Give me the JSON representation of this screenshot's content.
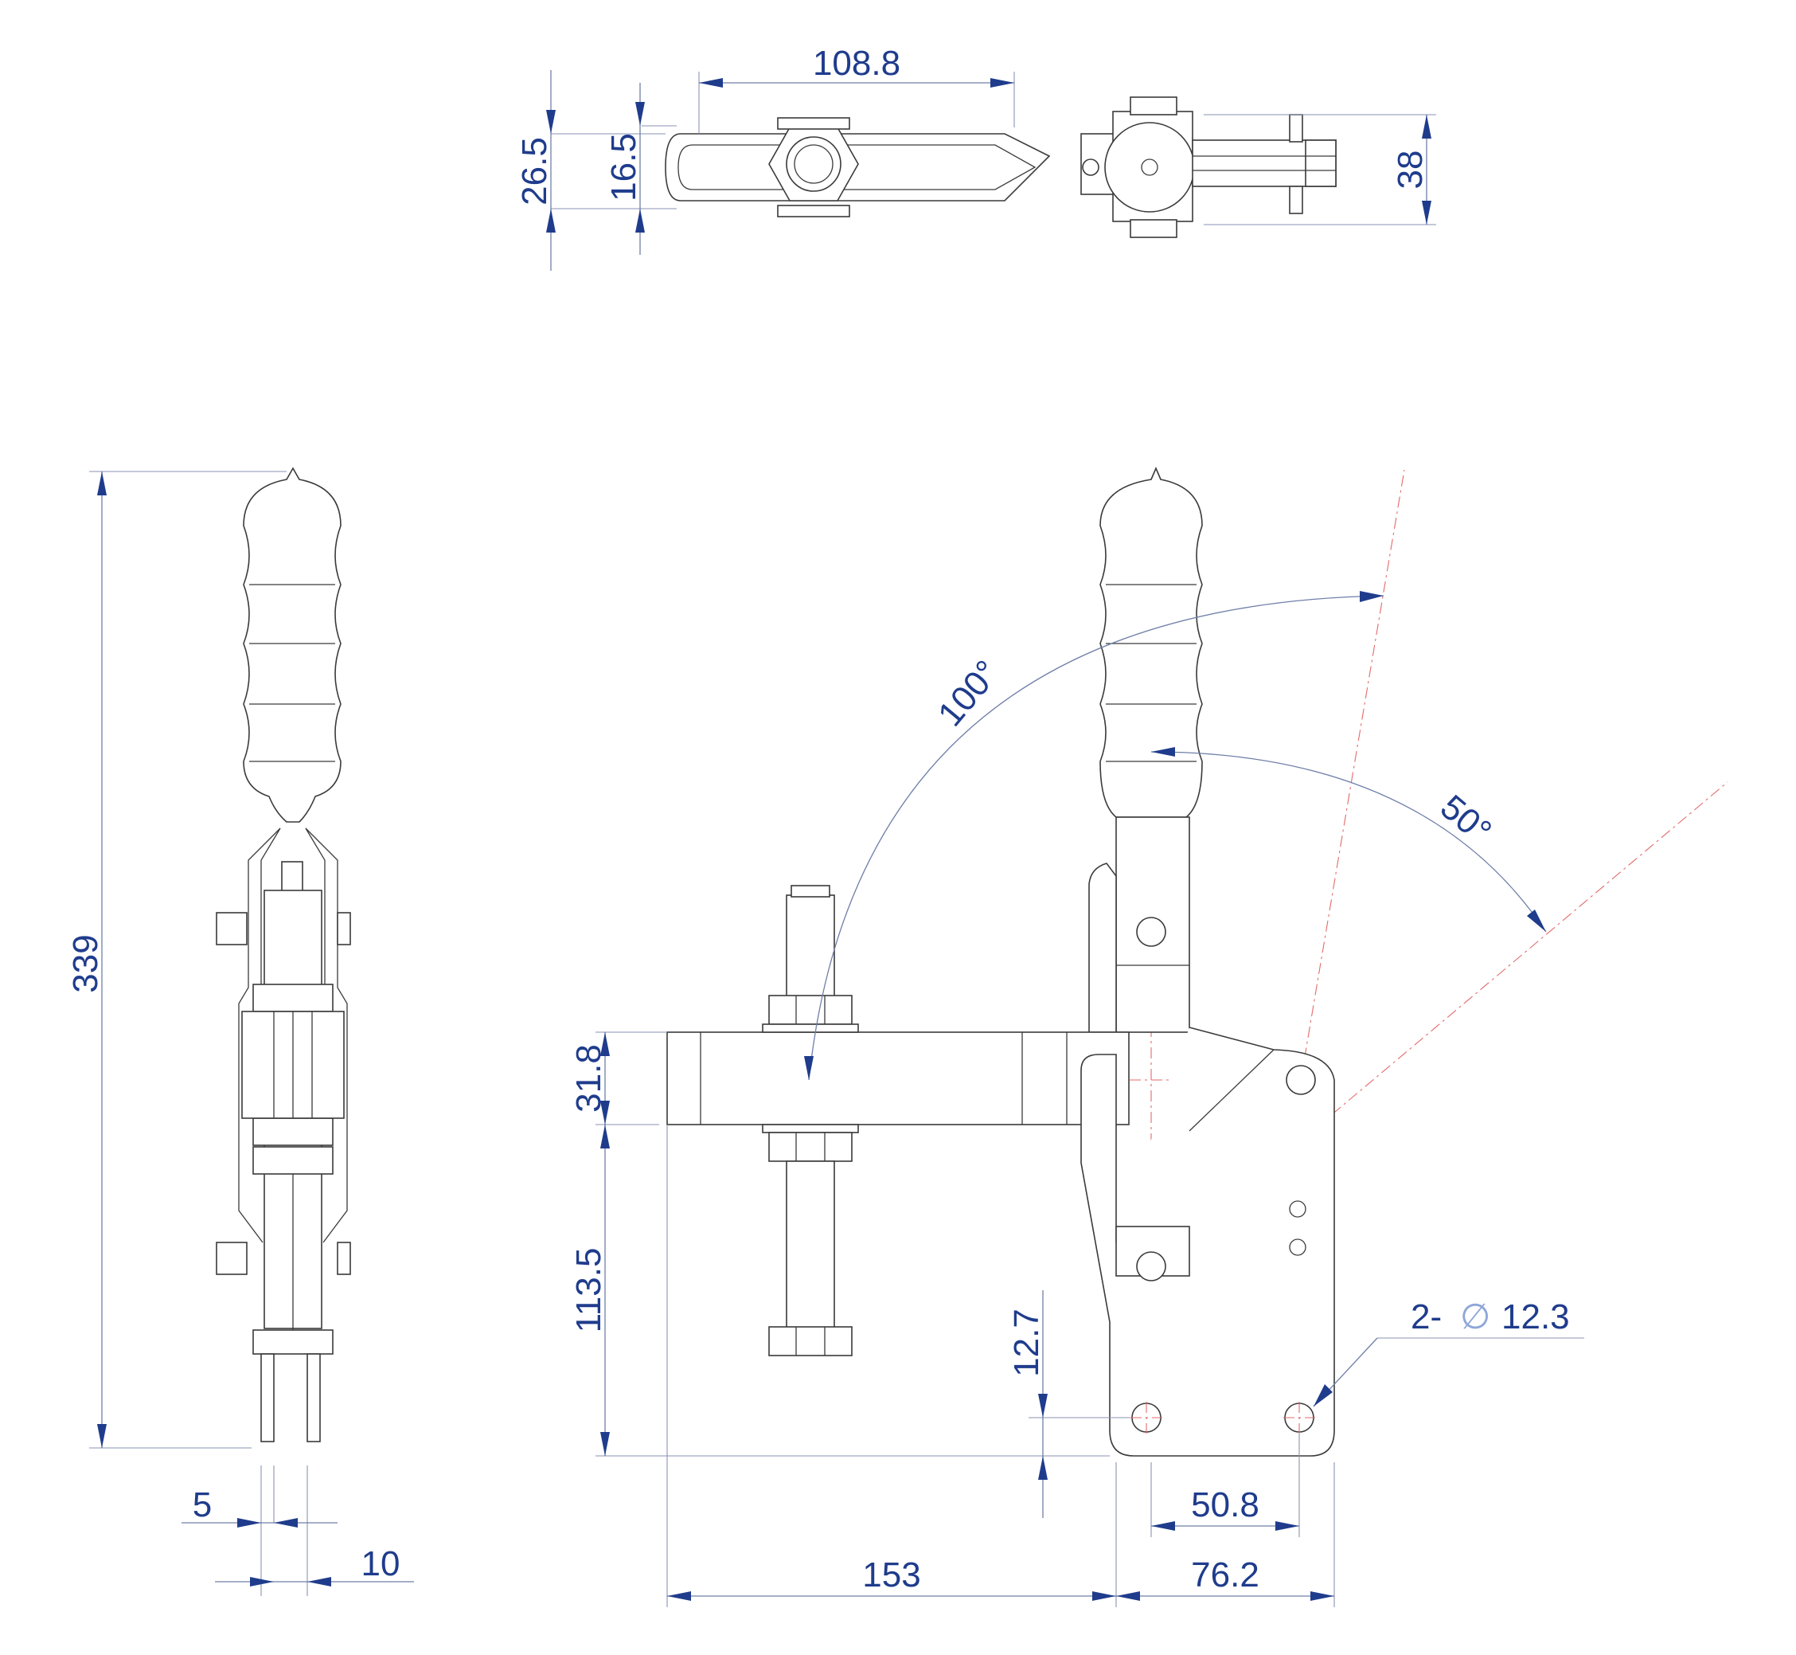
{
  "dimensions": {
    "top_length": "108.8",
    "top_height_outer": "26.5",
    "top_height_inner": "16.5",
    "top_right_height": "38",
    "overall_height": "339",
    "pin_width": "5",
    "pin_spacing": "10",
    "bar_height": "31.8",
    "spindle_height": "113.5",
    "hole_offset": "12.7",
    "hole_note_prefix": "2-",
    "hole_diameter_symbol": "∅",
    "hole_diameter": "12.3",
    "hole_spacing": "50.8",
    "base_width": "76.2",
    "reach": "153",
    "angle_open": "100°",
    "angle_handle": "50°"
  },
  "colors": {
    "outline": "#3a3a3a",
    "dimension": "#1f3c8c",
    "centerline": "#e36a6a"
  }
}
